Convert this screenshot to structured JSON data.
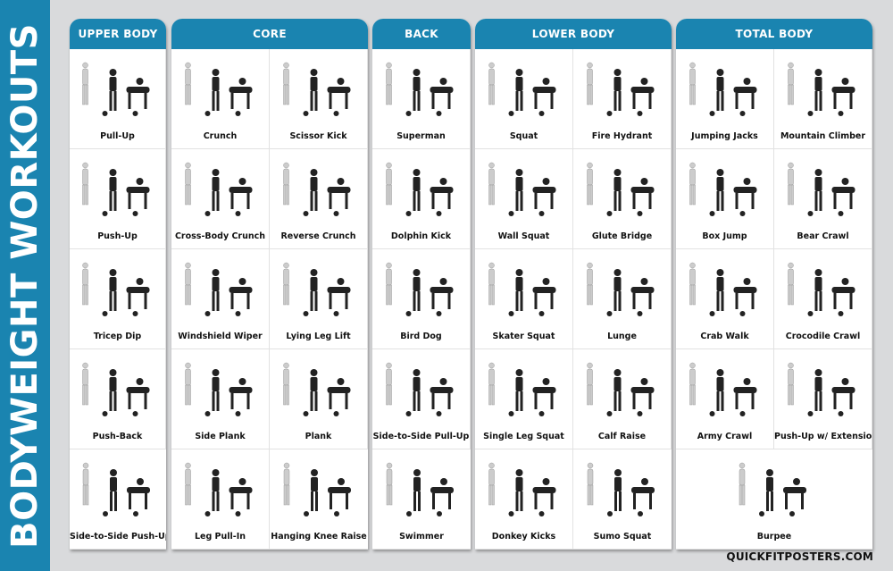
{
  "title": "BODYWEIGHT WORKOUTS",
  "footer": "QUICKFITPOSTERS.COM",
  "colors": {
    "accent": "#1a84b0",
    "background": "#d9dadc"
  },
  "panels": [
    {
      "title": "UPPER BODY",
      "columns": 1,
      "exercises": [
        "Pull-Up",
        "Push-Up",
        "Tricep Dip",
        "Push-Back",
        "Side-to-Side Push-Up"
      ]
    },
    {
      "title": "CORE",
      "columns": 2,
      "exercises": [
        "Crunch",
        "Scissor Kick",
        "Cross-Body Crunch",
        "Reverse Crunch",
        "Windshield Wiper",
        "Lying Leg Lift",
        "Side Plank",
        "Plank",
        "Leg Pull-In",
        "Hanging Knee Raise"
      ]
    },
    {
      "title": "BACK",
      "columns": 1,
      "exercises": [
        "Superman",
        "Dolphin Kick",
        "Bird Dog",
        "Side-to-Side Pull-Up",
        "Swimmer"
      ]
    },
    {
      "title": "LOWER BODY",
      "columns": 2,
      "exercises": [
        "Squat",
        "Fire Hydrant",
        "Wall Squat",
        "Glute Bridge",
        "Skater Squat",
        "Lunge",
        "Single Leg Squat",
        "Calf Raise",
        "Donkey Kicks",
        "Sumo Squat"
      ]
    },
    {
      "title": "TOTAL BODY",
      "columns": 2,
      "exercises": [
        "Jumping Jacks",
        "Mountain Climber",
        "Box Jump",
        "Bear Crawl",
        "Crab Walk",
        "Crocodile Crawl",
        "Army Crawl",
        "Push-Up w/ Extension",
        "Burpee"
      ]
    }
  ]
}
